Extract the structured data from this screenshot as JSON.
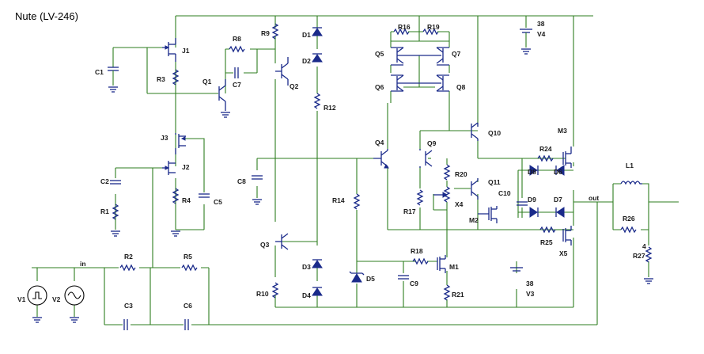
{
  "title": "Nute (LV-246)",
  "labels": {
    "J1": "J1",
    "R8": "R8",
    "R9": "R9",
    "D1": "D1",
    "D2": "D2",
    "R16": "R16",
    "R19": "R19",
    "V4_val": "38",
    "V4": "V4",
    "C1": "C1",
    "R3": "R3",
    "Q1": "Q1",
    "C7": "C7",
    "Q2": "Q2",
    "Q5": "Q5",
    "Q7": "Q7",
    "Q6": "Q6",
    "Q8": "Q8",
    "R12": "R12",
    "J3": "J3",
    "J2": "J2",
    "C2": "C2",
    "R1": "R1",
    "R4": "R4",
    "C5": "C5",
    "C8": "C8",
    "Q4": "Q4",
    "Q9": "Q9",
    "Q10": "Q10",
    "M3": "M3",
    "R24": "R24",
    "L1": "L1",
    "R20": "R20",
    "Q11": "Q11",
    "C10": "C10",
    "D8": "D8",
    "D6": "D6",
    "D9": "D9",
    "D7": "D7",
    "out": "out",
    "R14": "R14",
    "R17": "R17",
    "X4": "X4",
    "M2": "M2",
    "R26": "R26",
    "R25": "R25",
    "X5": "X5",
    "R27_val": "4",
    "R27": "R27",
    "Q3": "Q3",
    "R18": "R18",
    "M1": "M1",
    "D3": "D3",
    "D5": "D5",
    "C9": "C9",
    "V3_val": "38",
    "V3": "V3",
    "R10": "R10",
    "D4": "D4",
    "R21": "R21",
    "in": "in",
    "R2": "R2",
    "R5": "R5",
    "V1": "V1",
    "V2": "V2",
    "C3": "C3",
    "C6": "C6"
  }
}
